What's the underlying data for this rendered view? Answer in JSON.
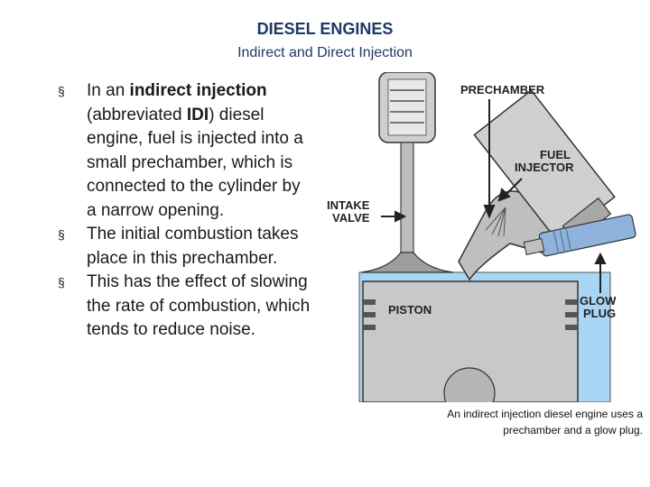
{
  "slide": {
    "title": "DIESEL ENGINES",
    "subtitle": "Indirect and Direct Injection"
  },
  "bullets": [
    {
      "marker": "§",
      "parts": [
        {
          "text": "In an ",
          "bold": false
        },
        {
          "text": "indirect injection",
          "bold": true
        },
        {
          "text": " (abbreviated ",
          "bold": false
        },
        {
          "text": "IDI",
          "bold": true
        },
        {
          "text": ") diesel engine, fuel is injected into a small prechamber, which is connected to the cylinder by a narrow opening.",
          "bold": false
        }
      ]
    },
    {
      "marker": "§",
      "parts": [
        {
          "text": "The initial combustion takes place in this prechamber.",
          "bold": false
        }
      ]
    },
    {
      "marker": "§",
      "parts": [
        {
          "text": "This has the effect of slowing the rate of combustion, which tends to reduce noise.",
          "bold": false
        }
      ]
    }
  ],
  "figure": {
    "labels": {
      "prechamber": "PRECHAMBER",
      "fuel_line1": "FUEL",
      "fuel_line2": "INJECTOR",
      "intake_line1": "INTAKE",
      "intake_line2": "VALVE",
      "piston": "PISTON",
      "glow_line1": "GLOW",
      "glow_line2": "PLUG"
    },
    "caption_line1": "An indirect injection diesel engine uses a",
    "caption_line2": "prechamber and a glow plug.",
    "colors": {
      "cylinder_bg": "#a9d6f5",
      "metal": "#c9c9c9",
      "metal_dark": "#8a8a8a",
      "glow_plug": "#8fb3dc"
    }
  }
}
